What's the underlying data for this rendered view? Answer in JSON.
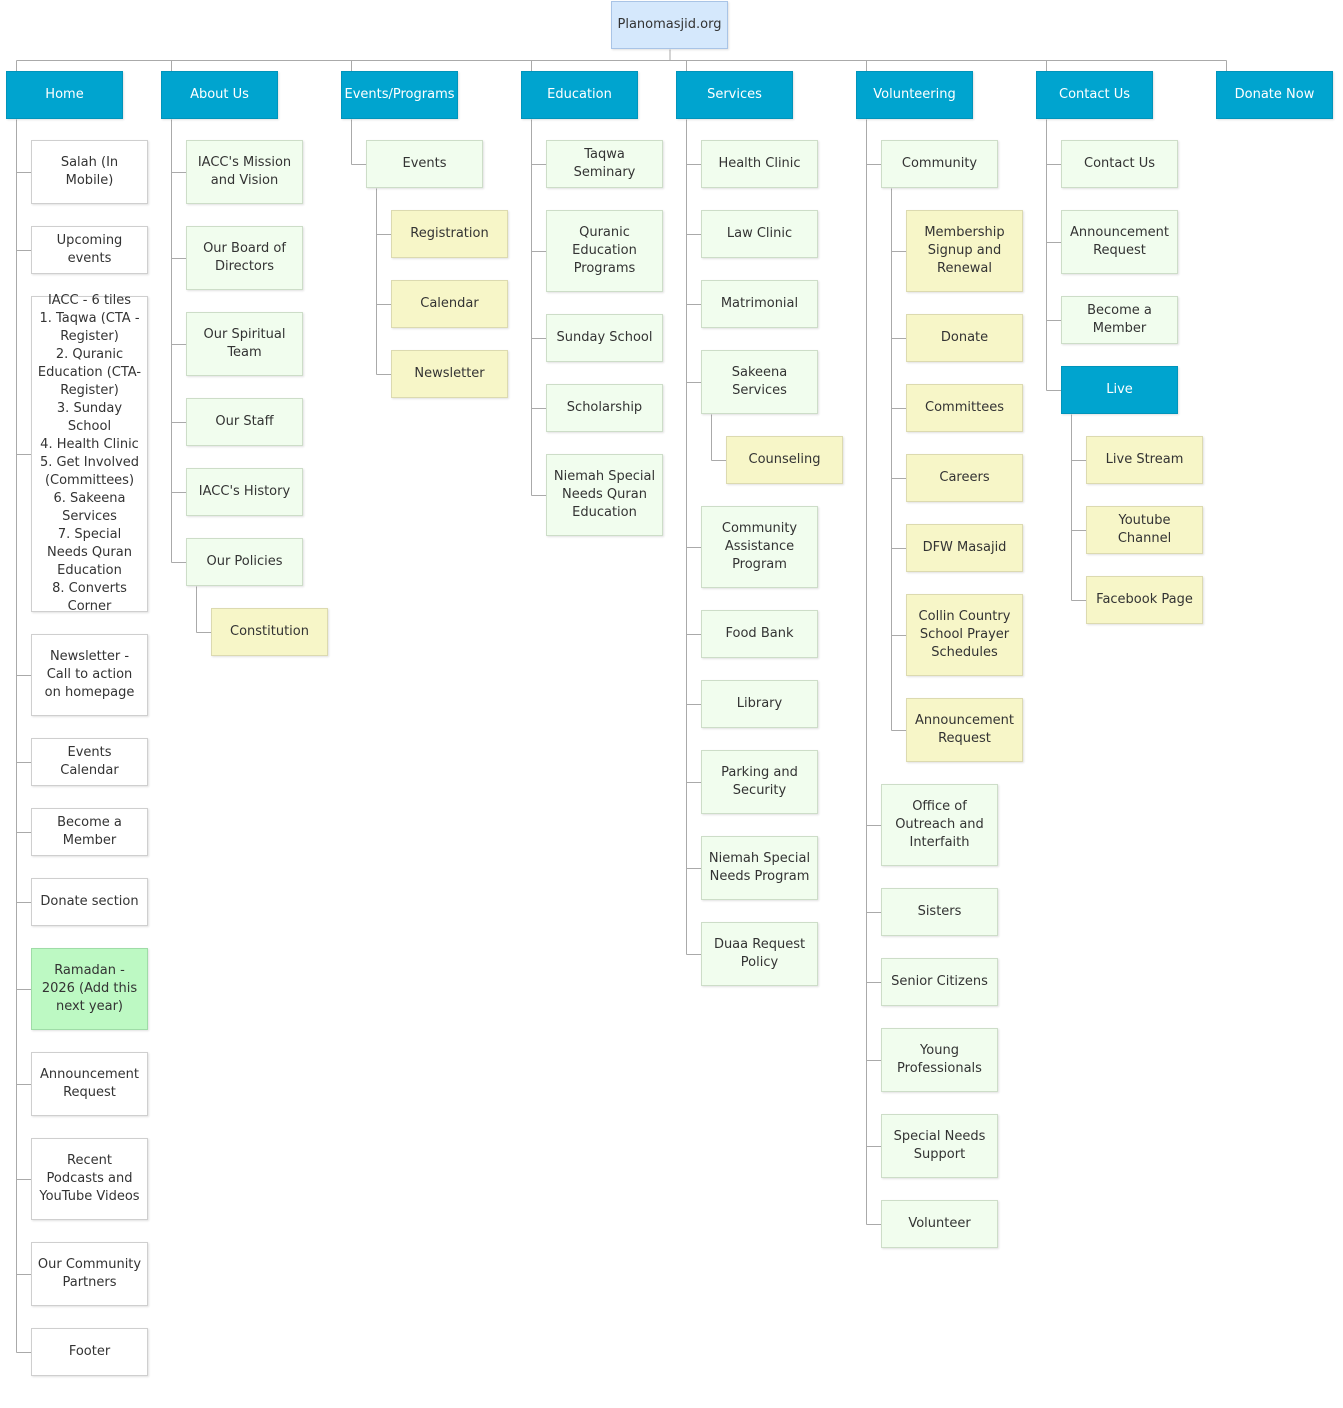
{
  "root": "Planomasjid.org",
  "columns": [
    {
      "label": "Home",
      "children": [
        {
          "label": "Salah (In Mobile)"
        },
        {
          "label": "Upcoming events"
        },
        {
          "label": "IACC - 6 tiles\n1. Taqwa (CTA - Register)\n2. Quranic Education (CTA- Register)\n3. Sunday School\n4. Health Clinic\n5. Get Involved (Committees)\n6. Sakeena Services\n7. Special Needs Quran Education\n8. Converts Corner"
        },
        {
          "label": "Newsletter - Call to action on homepage"
        },
        {
          "label": "Events Calendar"
        },
        {
          "label": "Become a Member"
        },
        {
          "label": "Donate section"
        },
        {
          "label": "Ramadan - 2026 (Add this next year)",
          "color": "#bdf9c3"
        },
        {
          "label": "Announcement Request"
        },
        {
          "label": "Recent Podcasts and YouTube Videos"
        },
        {
          "label": "Our Community Partners"
        },
        {
          "label": "Footer"
        }
      ]
    },
    {
      "label": "About Us",
      "children": [
        {
          "label": "IACC's Mission and Vision"
        },
        {
          "label": "Our Board of Directors"
        },
        {
          "label": "Our Spiritual Team"
        },
        {
          "label": "Our Staff"
        },
        {
          "label": "IACC's History"
        },
        {
          "label": "Our Policies",
          "children": [
            {
              "label": "Constitution"
            }
          ]
        }
      ]
    },
    {
      "label": "Events/Programs",
      "children": [
        {
          "label": "Events",
          "children": [
            {
              "label": "Registration"
            },
            {
              "label": "Calendar"
            },
            {
              "label": "Newsletter"
            }
          ]
        }
      ]
    },
    {
      "label": "Education",
      "children": [
        {
          "label": "Taqwa Seminary"
        },
        {
          "label": "Quranic Education Programs"
        },
        {
          "label": "Sunday School"
        },
        {
          "label": "Scholarship"
        },
        {
          "label": "Niemah Special Needs Quran Education"
        }
      ]
    },
    {
      "label": "Services",
      "children": [
        {
          "label": "Health Clinic"
        },
        {
          "label": "Law Clinic"
        },
        {
          "label": "Matrimonial"
        },
        {
          "label": "Sakeena Services",
          "children": [
            {
              "label": "Counseling"
            }
          ]
        },
        {
          "label": "Community Assistance Program"
        },
        {
          "label": "Food Bank"
        },
        {
          "label": "Library"
        },
        {
          "label": "Parking and Security"
        },
        {
          "label": "Niemah Special Needs Program"
        },
        {
          "label": "Duaa Request Policy"
        }
      ]
    },
    {
      "label": "Volunteering",
      "children": [
        {
          "label": "Community",
          "children": [
            {
              "label": "Membership Signup and Renewal"
            },
            {
              "label": "Donate"
            },
            {
              "label": "Committees"
            },
            {
              "label": "Careers"
            },
            {
              "label": "DFW Masajid"
            },
            {
              "label": "Collin Country School Prayer Schedules"
            },
            {
              "label": "Announcement Request"
            }
          ]
        },
        {
          "label": "Office of Outreach and Interfaith"
        },
        {
          "label": "Sisters"
        },
        {
          "label": "Senior Citizens"
        },
        {
          "label": "Young Professionals"
        },
        {
          "label": "Special Needs Support"
        },
        {
          "label": "Volunteer"
        }
      ]
    },
    {
      "label": "Contact Us",
      "children": [
        {
          "label": "Contact Us"
        },
        {
          "label": "Announcement Request"
        },
        {
          "label": "Become a Member"
        },
        {
          "label": "Live",
          "color": "#00a4cf",
          "children": [
            {
              "label": "Live Stream"
            },
            {
              "label": "Youtube Channel"
            },
            {
              "label": "Facebook Page"
            }
          ]
        }
      ]
    },
    {
      "label": "Donate Now",
      "children": []
    }
  ],
  "colors": {
    "root": "#d5e8fc",
    "header": "#00a4cf",
    "home_child": "#ffffff",
    "child": "#f1fdee",
    "grandchild": "#f7f6c8",
    "highlight": "#bdf9c3",
    "connector": "#aaaaaa"
  }
}
